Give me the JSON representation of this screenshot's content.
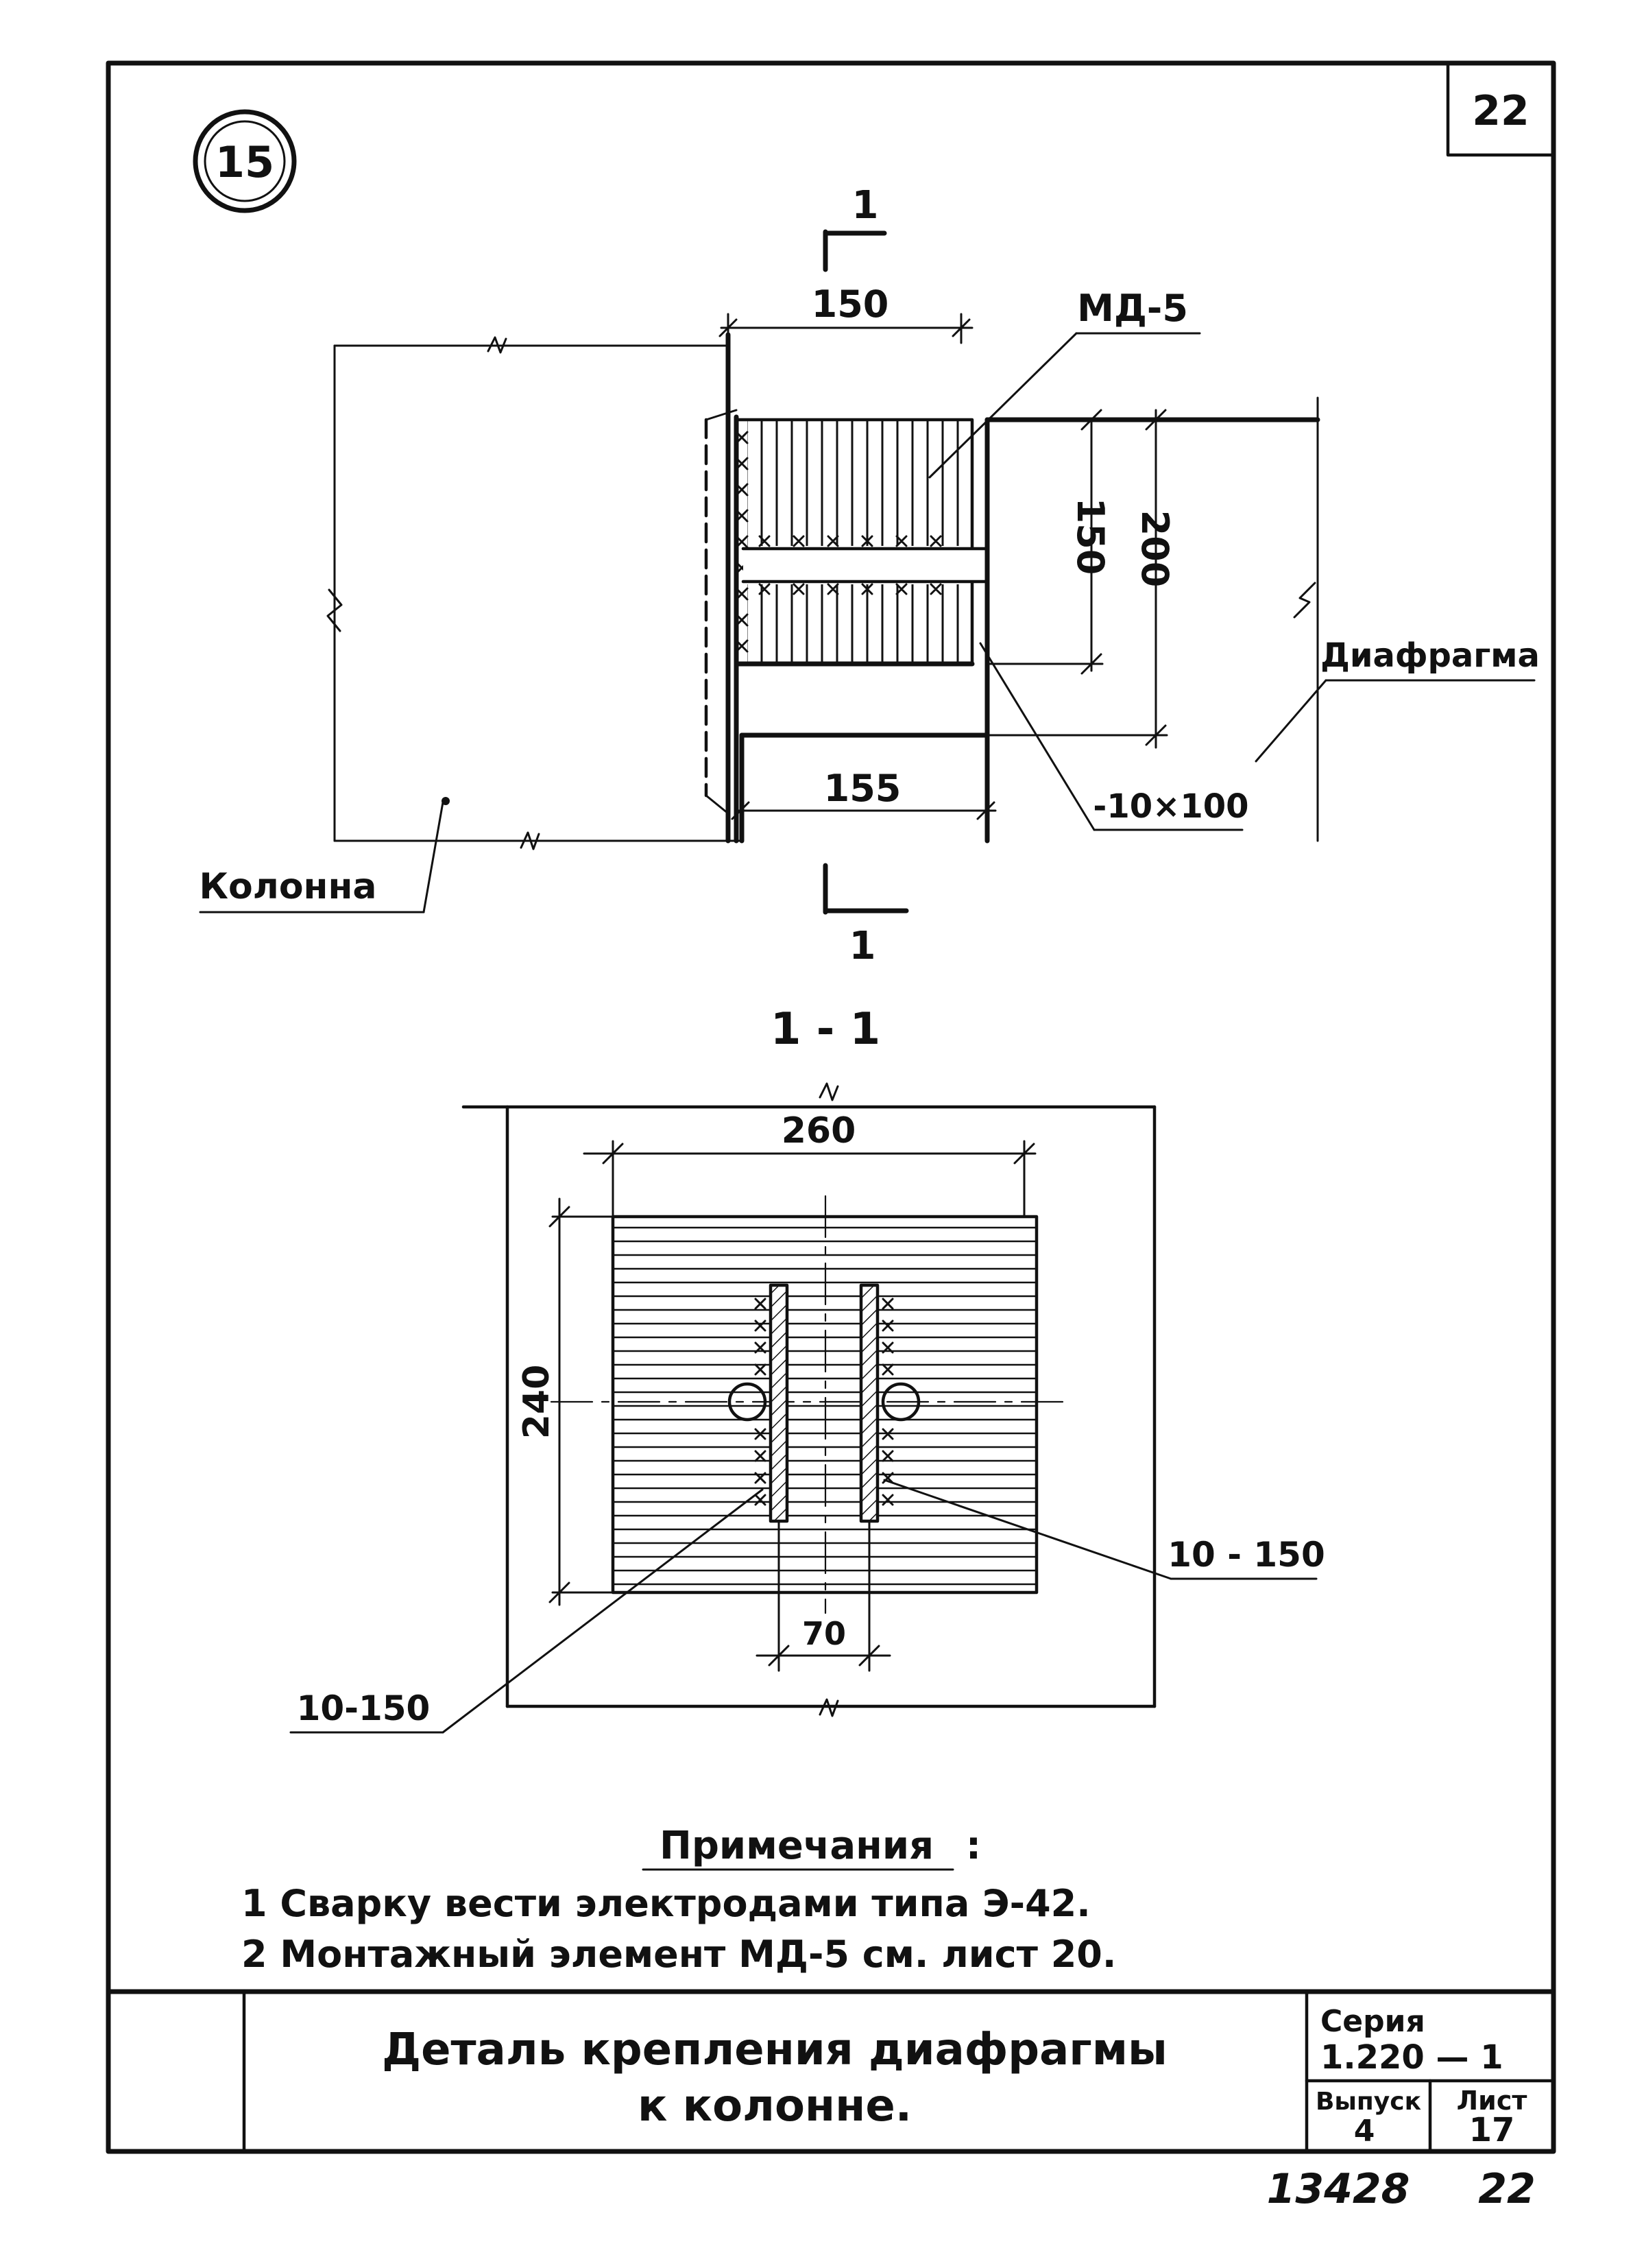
{
  "sheet": {
    "corner_number": "22",
    "detail_number": "15",
    "section_cut_number": "1"
  },
  "plan": {
    "dim_width_top": "150",
    "dim_150_vertical": "150",
    "dim_200_vertical": "200",
    "dim_155": "155",
    "label_md5": "МД-5",
    "label_plate": "-10×100",
    "label_diaphragm": "Диафрагма",
    "label_column": "Колонна"
  },
  "section": {
    "title": "1 - 1",
    "dim_260": "260",
    "dim_240": "240",
    "dim_70": "70",
    "weld_right": "10 - 150",
    "weld_left": "10-150"
  },
  "notes": {
    "heading": "Примечания",
    "heading_colon": ":",
    "items": [
      "1 Сварку вести электродами типа Э-42.",
      "2 Монтажный элемент МД-5 см. лист 20."
    ]
  },
  "title_block": {
    "title_line1": "Деталь крепления диафрагмы",
    "title_line2": "к колонне.",
    "series_label": "Серия",
    "series_value": "1.220 — 1",
    "issue_label": "Выпуск",
    "issue_value": "4",
    "sheet_label": "Лист",
    "sheet_value": "17"
  },
  "footer": {
    "stamp_number": "13428",
    "page_number": "22"
  }
}
